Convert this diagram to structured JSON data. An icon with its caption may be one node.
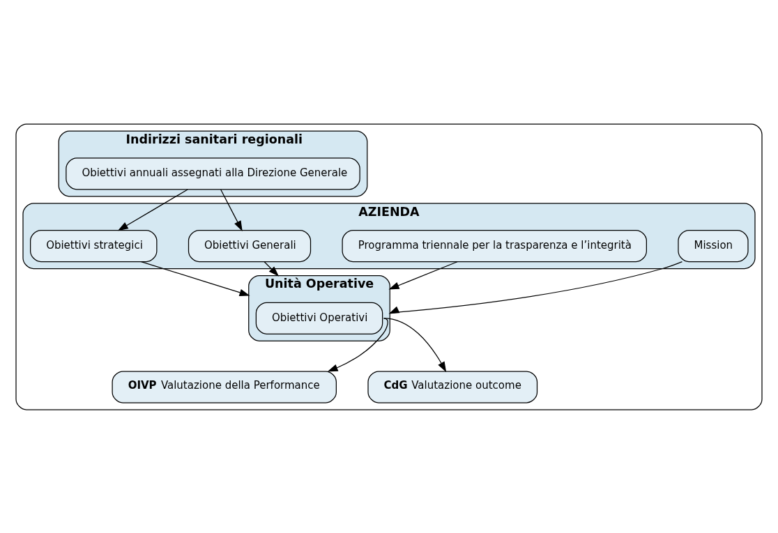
{
  "diagram": {
    "nodes": [
      {
        "text": [],
        "shape": "box"
      },
      {
        "text": [
          "Indirizzi sanitari regionali"
        ],
        "in": 0
      },
      {
        "text": [
          "Obiettivi annuali assegnati alla Direzione Generale"
        ],
        "in": 1
      },
      {
        "text": [
          "AZIENDA"
        ],
        "in": 0
      },
      {
        "text": [
          "Mission"
        ],
        "in": 3
      },
      {
        "text": [
          "Programma triennale per la trasparenza e l’integrità"
        ],
        "in": 3
      },
      {
        "text": [
          "Obiettivi Generali"
        ],
        "in": 3
      },
      {
        "text": [
          "Obiettivi strategici"
        ],
        "in": 3
      },
      {
        "text": [
          "Unità Operative"
        ],
        "in": 0
      },
      {
        "text": [
          "Obiettivi Operativi"
        ],
        "in": 8
      },
      {
        "text": [
          "**OIVP** Valutazione della Performance"
        ],
        "in": 0
      },
      {
        "text": [
          "**CdG** Valutazione outcome"
        ],
        "in": 0
      }
    ],
    "edges": [
      {
        "from": 2,
        "to": 6,
        "arrow": "to"
      },
      {
        "from": 2,
        "to": 7,
        "arrow": "to"
      },
      {
        "from": 4,
        "to": 8,
        "arrow": "to"
      },
      {
        "from": 6,
        "to": 8,
        "arrow": "to"
      },
      {
        "from": 7,
        "to": 8,
        "arrow": "to"
      },
      {
        "from": 5,
        "to": 8,
        "arrow": "to"
      },
      {
        "from": 9,
        "to": 10,
        "arrow": "to"
      },
      {
        "from": 9,
        "to": 11,
        "arrow": "to"
      }
    ]
  }
}
